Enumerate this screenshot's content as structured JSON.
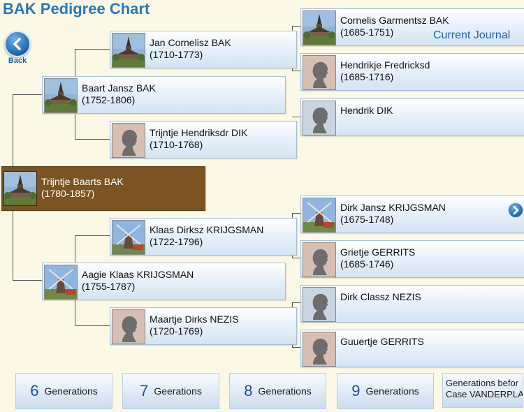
{
  "title": "BAK Pedigree Chart",
  "back_label": "Back",
  "current_journal": "Current Journal",
  "people": {
    "root": {
      "name": "Trijntje Baarts BAK",
      "years": "(1780-1857)"
    },
    "father": {
      "name": "Baart Jansz BAK",
      "years": "(1752-1806)"
    },
    "mother": {
      "name": "Aagie Klaas KRIJGSMAN",
      "years": "(1755-1787)"
    },
    "ff": {
      "name": "Jan Cornelisz BAK",
      "years": "(1710-1773)"
    },
    "fm": {
      "name": "Trijntje Hendriksdr DIK",
      "years": "(1710-1768)"
    },
    "mf": {
      "name": "Klaas Dirksz KRIJGSMAN",
      "years": "(1722-1796)"
    },
    "mm": {
      "name": "Maartje Dirks NEZIS",
      "years": "(1720-1769)"
    },
    "fff": {
      "name": "Cornelis Garmentsz BAK",
      "years": "(1685-1751)"
    },
    "ffm": {
      "name": "Hendrikje Fredricksd",
      "years": "(1685-1716)"
    },
    "fmf": {
      "name": "Hendrik DIK",
      "years": ""
    },
    "mff": {
      "name": "Dirk Jansz KRIJGSMAN",
      "years": "(1675-1748)"
    },
    "mfm": {
      "name": "Grietje GERRITS",
      "years": "(1685-1746)"
    },
    "mmf": {
      "name": "Dirk Classz NEZIS",
      "years": ""
    },
    "mmm": {
      "name": "Guuertje GERRITS",
      "years": ""
    }
  },
  "generations": [
    {
      "num": "6",
      "word": "Generations"
    },
    {
      "num": "7",
      "word": "Geerations"
    },
    {
      "num": "8",
      "word": "Generations"
    },
    {
      "num": "9",
      "word": "Generations"
    }
  ],
  "generations_before": {
    "line1": "Generations befor",
    "line2": "Case VANDERPLA"
  },
  "colors": {
    "title": "#2a78b6",
    "root_box": "#7b5421",
    "background": "#fbf9e5"
  }
}
